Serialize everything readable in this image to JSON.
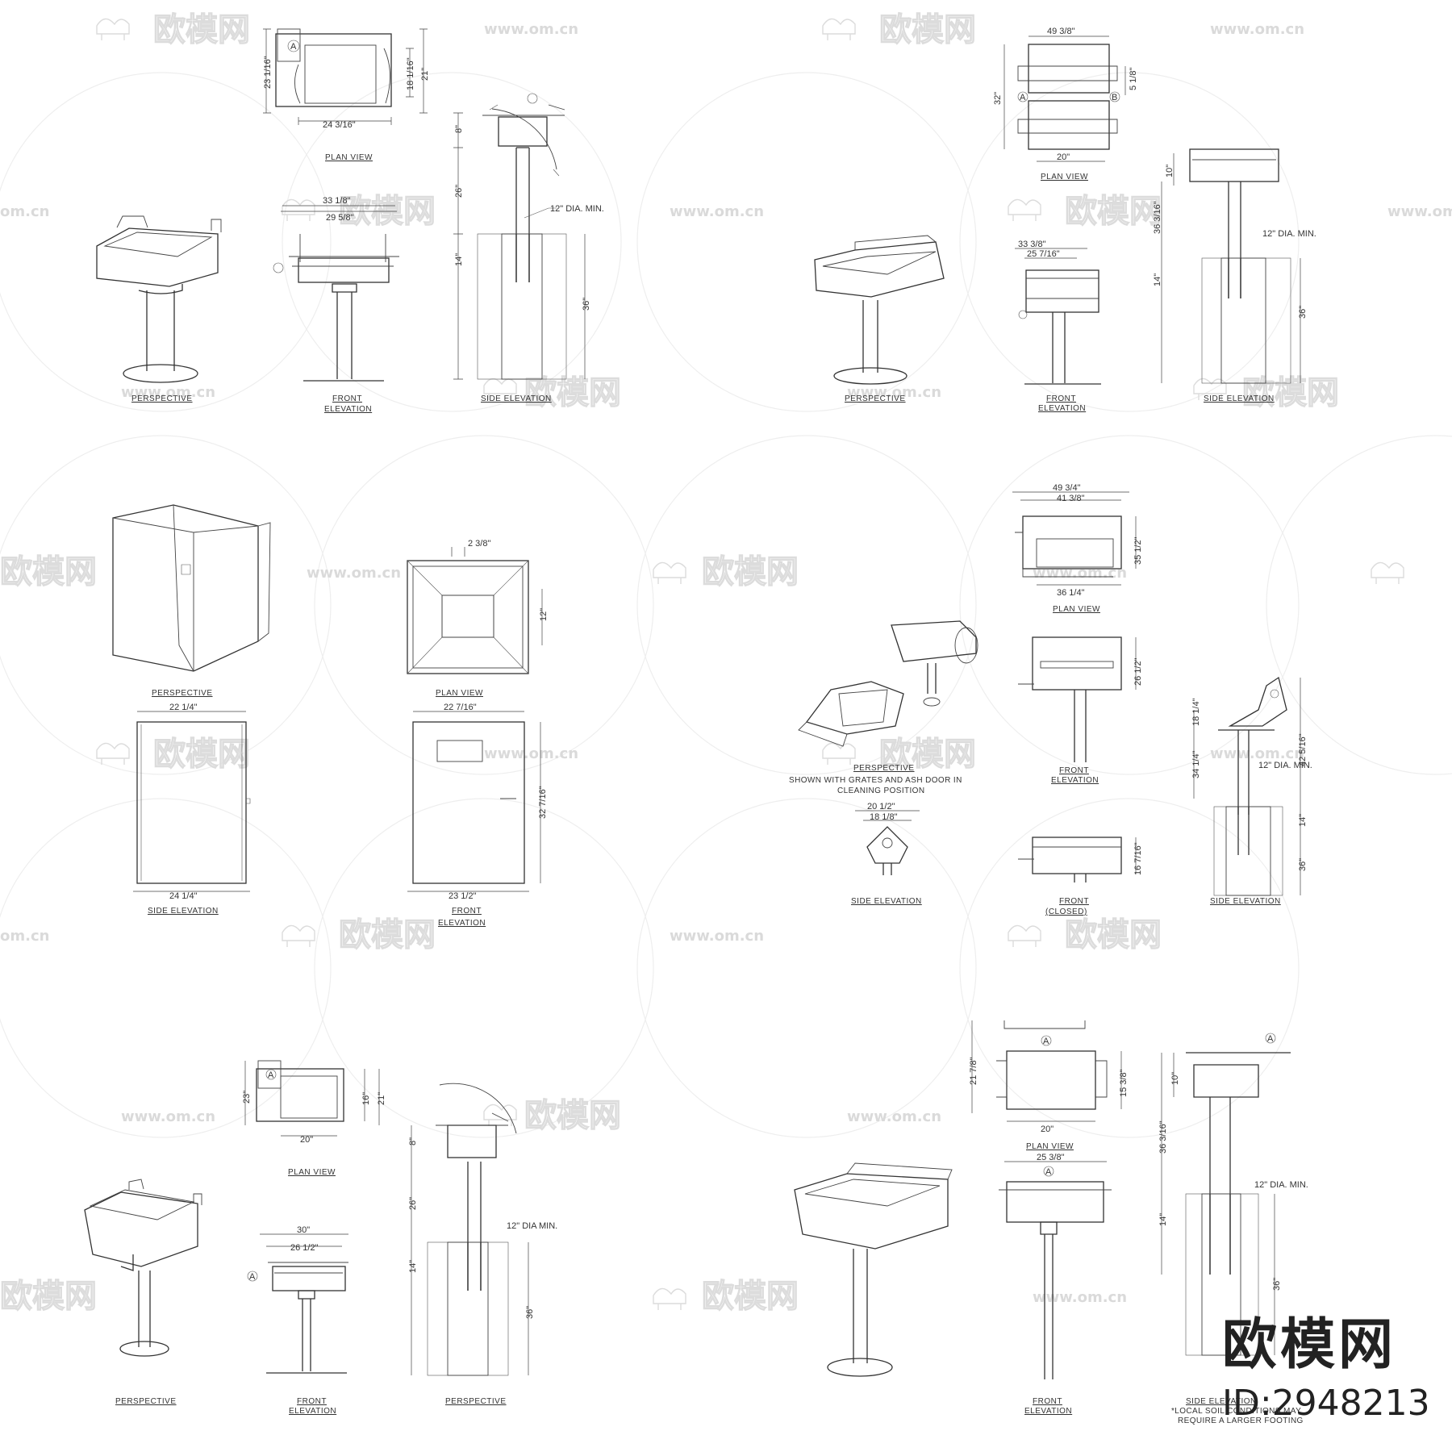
{
  "watermark": {
    "brand": "欧模网",
    "url": "www.om.cn",
    "url_short": "om.cn"
  },
  "logo": {
    "name": "欧模网",
    "id": "ID:2948213"
  },
  "panels": {
    "grill1": {
      "dims": [
        "23 1/16\"",
        "18 1/16\"",
        "21\"",
        "24 3/16\"",
        "33 1/8\"",
        "29 5/8\"",
        "8\"",
        "26\"",
        "14\"",
        "36\"",
        "12\" DIA. MIN."
      ],
      "callout": "A",
      "labels": [
        "PLAN VIEW",
        "PERSPECTIVE",
        "FRONT",
        "ELEVATION",
        "SIDE ELEVATION"
      ]
    },
    "grill2": {
      "dims": [
        "49 3/8\"",
        "5 1/8\"",
        "32\"",
        "20\"",
        "10\"",
        "36 3/16\"",
        "14\"",
        "36\"",
        "33 3/8\"",
        "25 7/16\"",
        "12\" DIA. MIN."
      ],
      "callouts": [
        "A",
        "B"
      ],
      "labels": [
        "PLAN VIEW",
        "PERSPECTIVE",
        "FRONT",
        "ELEVATION",
        "SIDE ELEVATION"
      ]
    },
    "bin": {
      "dims": [
        "2 3/8\"",
        "12\"",
        "22 1/4\"",
        "22 7/16\"",
        "32 7/16\"",
        "24 1/4\"",
        "23 1/2\""
      ],
      "labels": [
        "PERSPECTIVE",
        "PLAN VIEW",
        "SIDE ELEVATION",
        "FRONT",
        "ELEVATION"
      ]
    },
    "grill3": {
      "dims": [
        "49 3/4\"",
        "41 3/8\"",
        "36 1/4\"",
        "35 1/2\"",
        "26 1/2\"",
        "16 7/16\"",
        "20 1/2\"",
        "18 1/8\"",
        "18 1/4\"",
        "34 1/4\"",
        "42 5/16\"",
        "14\"",
        "36\"",
        "12\" DIA. MIN."
      ],
      "note": [
        "SHOWN WITH GRATES AND ASH DOOR IN",
        "CLEANING POSITION"
      ],
      "labels": [
        "PLAN VIEW",
        "PERSPECTIVE",
        "FRONT",
        "ELEVATION",
        "(CLOSED)",
        "SIDE ELEVATION"
      ]
    },
    "grill4": {
      "dims": [
        "23\"",
        "16\"",
        "21\"",
        "20\"",
        "30\"",
        "26 1/2\"",
        "8\"",
        "26\"",
        "14\"",
        "36\"",
        "12\" DIA MIN."
      ],
      "callout": "A",
      "labels": [
        "PLAN VIEW",
        "PERSPECTIVE",
        "FRONT",
        "ELEVATION"
      ]
    },
    "grill5": {
      "dims": [
        "21 7/8\"",
        "15 3/8\"",
        "20\"",
        "25 3/8\"",
        "10\"",
        "36 3/16\"",
        "14\"",
        "36\"",
        "12\" DIA. MIN."
      ],
      "callout": "A",
      "note": [
        "*LOCAL SOIL CONDITIONS MAY",
        "REQUIRE A LARGER FOOTING"
      ],
      "labels": [
        "PLAN VIEW",
        "FRONT",
        "ELEVATION",
        "SIDE ELEVATION"
      ]
    }
  }
}
